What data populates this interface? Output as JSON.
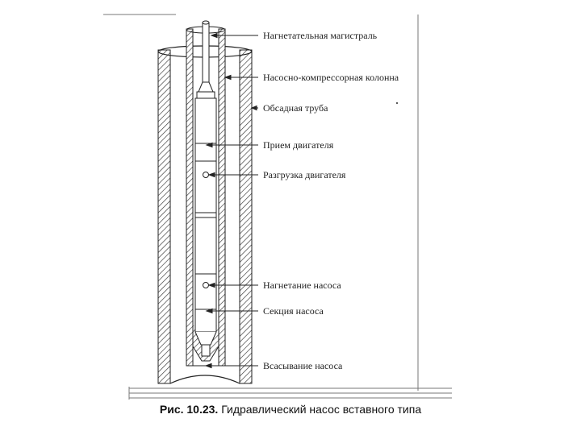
{
  "figure": {
    "labels": [
      "Нагнетательная магистраль",
      "Насосно-компрессорная колонна",
      "Обсадная труба",
      "Прием двигателя",
      "Разгрузка двигателя",
      "Нагнетание насоса",
      "Секция насоса",
      "Всасывание насоса"
    ]
  },
  "caption": {
    "number": "Рис. 10.23.",
    "text": "Гидравлический насос вставного типа"
  }
}
